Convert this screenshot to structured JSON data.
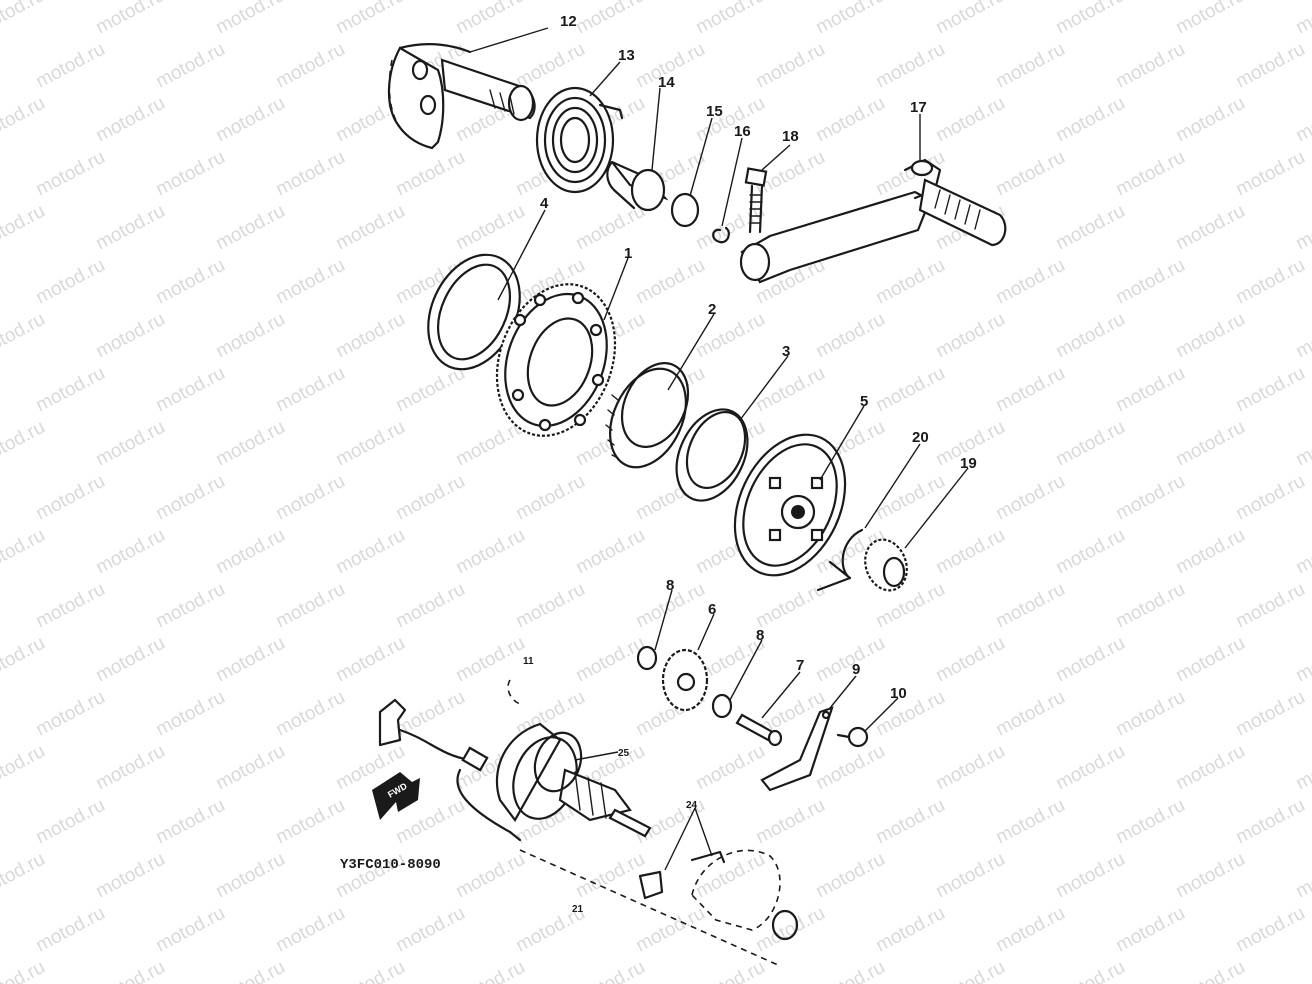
{
  "watermark_text": "motod.ru",
  "drawing_code": "Y3FC010-8090",
  "fwd_label": "FWD",
  "callouts": [
    "12",
    "13",
    "14",
    "15",
    "16",
    "18",
    "17",
    "4",
    "1",
    "2",
    "3",
    "5",
    "20",
    "19",
    "8",
    "6",
    "8",
    "7",
    "9",
    "10",
    "11",
    "25",
    "24",
    "21"
  ],
  "colors": {
    "ink": "#1a1a1a",
    "watermark": "#d9d9d9",
    "paper": "#ffffff"
  }
}
